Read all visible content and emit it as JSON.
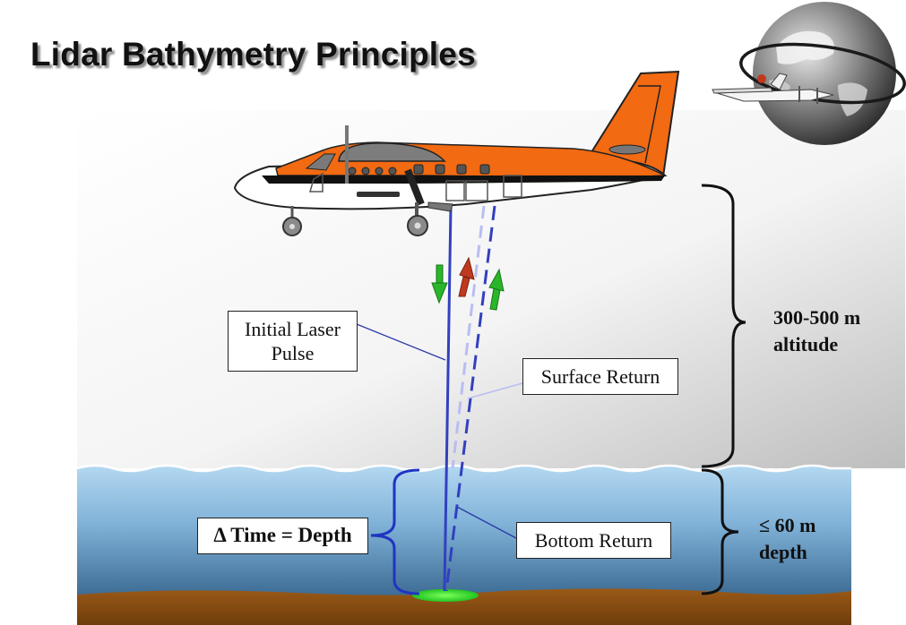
{
  "title": "Lidar Bathymetry Principles",
  "labels": {
    "initial_pulse_line1": "Initial Laser",
    "initial_pulse_line2": "Pulse",
    "surface_return": "Surface Return",
    "bottom_return": "Bottom Return",
    "delta_time": "Δ Time = Depth"
  },
  "measurements": {
    "altitude_value": "300-500 m",
    "altitude_unit": "altitude",
    "depth_value": "≤ 60 m",
    "depth_unit": "depth"
  },
  "colors": {
    "fuselage_orange": "#f26a12",
    "water_top": "#a9d2ee",
    "water_bottom": "#3f6f97",
    "seabed": "#8a4d10",
    "laser_blue": "#3340c0",
    "arrow_down_green": "#2bb52b",
    "arrow_up_red": "#c0391e"
  },
  "icons": [
    "airplane-icon",
    "globe-icon",
    "small-plane-icon"
  ]
}
